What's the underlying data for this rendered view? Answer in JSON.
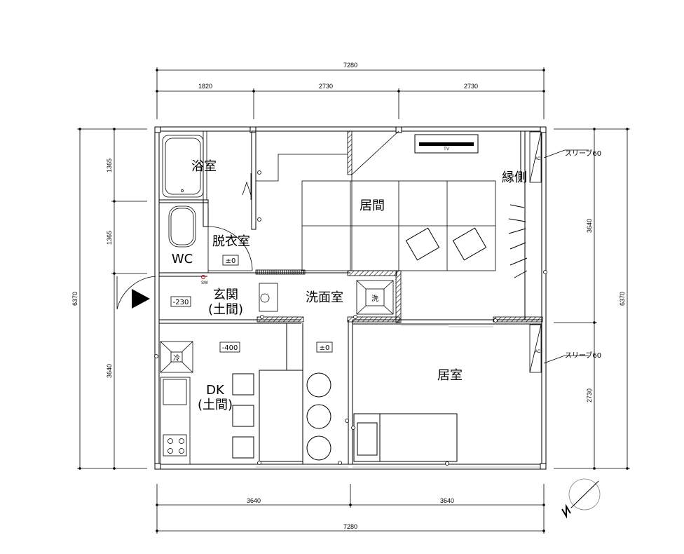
{
  "dimensions": {
    "top_total": "7280",
    "top_segments": [
      "1820",
      "2730",
      "2730"
    ],
    "bottom_segments": [
      "3640",
      "3640"
    ],
    "bottom_total": "7280",
    "left_total": "6370",
    "left_segments": [
      "1365",
      "1365",
      "3640"
    ],
    "right_total": "6370",
    "right_inner": [
      "3640",
      "2730"
    ]
  },
  "rooms": {
    "bath": "浴室",
    "living": "居間",
    "veranda": "縁側",
    "dressing": "脱衣室",
    "wc": "WC",
    "entrance_line1": "玄関",
    "entrance_line2": "(土間)",
    "washroom": "洗面室",
    "dk_line1": "DK",
    "dk_line2": "(土間)",
    "room": "居室"
  },
  "labels": {
    "tv": "TV",
    "washer": "洗",
    "fridge": "冷",
    "sleeve_top": "スリーブ60",
    "sleeve_bottom": "スリーブ60",
    "sw": "SW",
    "ac_top": "AC",
    "ac_bottom": "AC"
  },
  "levels": {
    "dressing": "±0",
    "entrance": "-230",
    "dk": "-400",
    "washroom": "±0"
  }
}
